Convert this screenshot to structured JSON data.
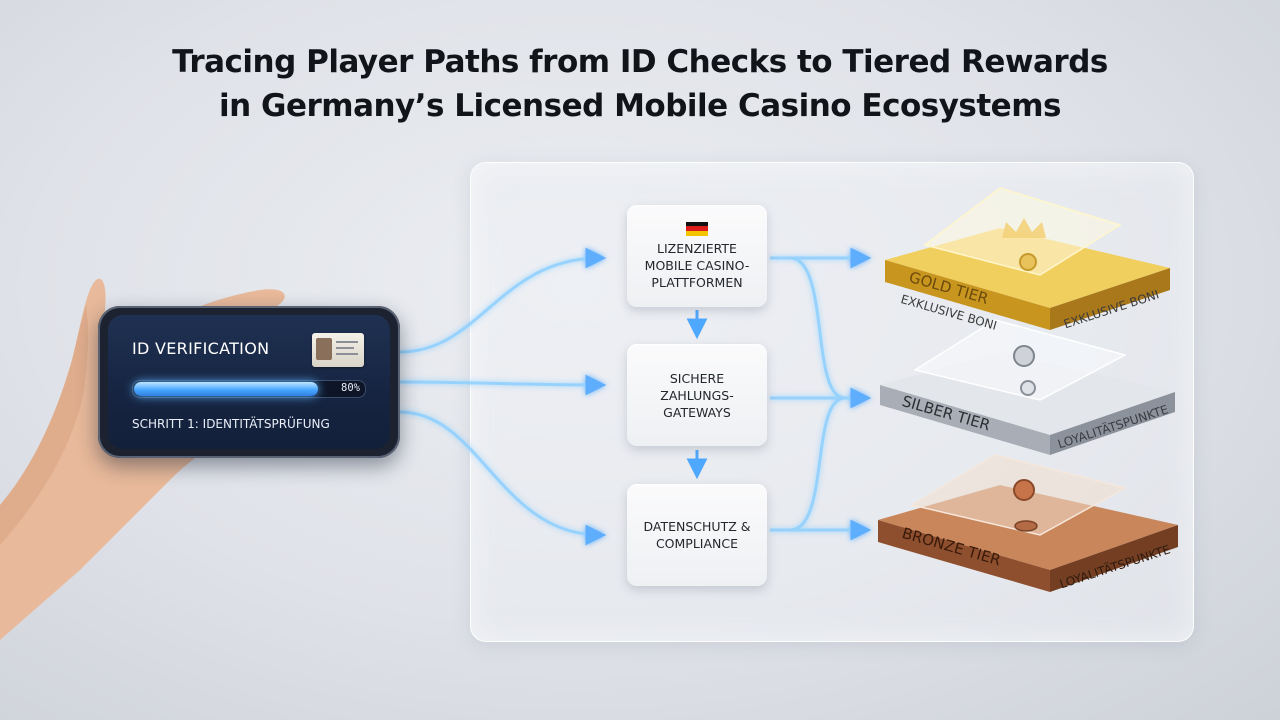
{
  "title": {
    "line1": "Tracing Player Paths from ID Checks to Tiered Rewards",
    "line2": "in Germany’s Licensed Mobile Casino Ecosystems"
  },
  "phone": {
    "heading": "ID VERIFICATION",
    "progress_label": "80%",
    "progress_fraction": 0.8,
    "step": "SCHRITT 1: IDENTITÄTSPRÜFUNG"
  },
  "flow": {
    "boxes": [
      {
        "label": "LIZENZIERTE MOBILE CASINO-PLATTFORMEN",
        "icon": "german-flag-icon"
      },
      {
        "label": "SICHERE ZAHLUNGS-GATEWAYS"
      },
      {
        "label": "DATENSCHUTZ & COMPLIANCE"
      }
    ]
  },
  "tiers": [
    {
      "name": "GOLD TIER",
      "benefit_front": "EXKLUSIVE BONI",
      "benefit_side": "EXKLUSIVE BONI",
      "icon": "crown-icon",
      "color": "#d4a62a"
    },
    {
      "name": "SILBER TIER",
      "benefit_side": "LOYALITÄTSPUNKTE",
      "icon": "chip-icon",
      "color": "#b9bec7"
    },
    {
      "name": "BRONZE TIER",
      "benefit_side": "LOYALITÄTSPUNKTE",
      "icon": "chip-icon",
      "color": "#a86a45"
    }
  ],
  "colors": {
    "flow_glow": "#5fb6ff",
    "arrow": "#4fa8ff",
    "gold": "#d4a62a",
    "silver": "#b9bec7",
    "bronze": "#a86a45"
  }
}
